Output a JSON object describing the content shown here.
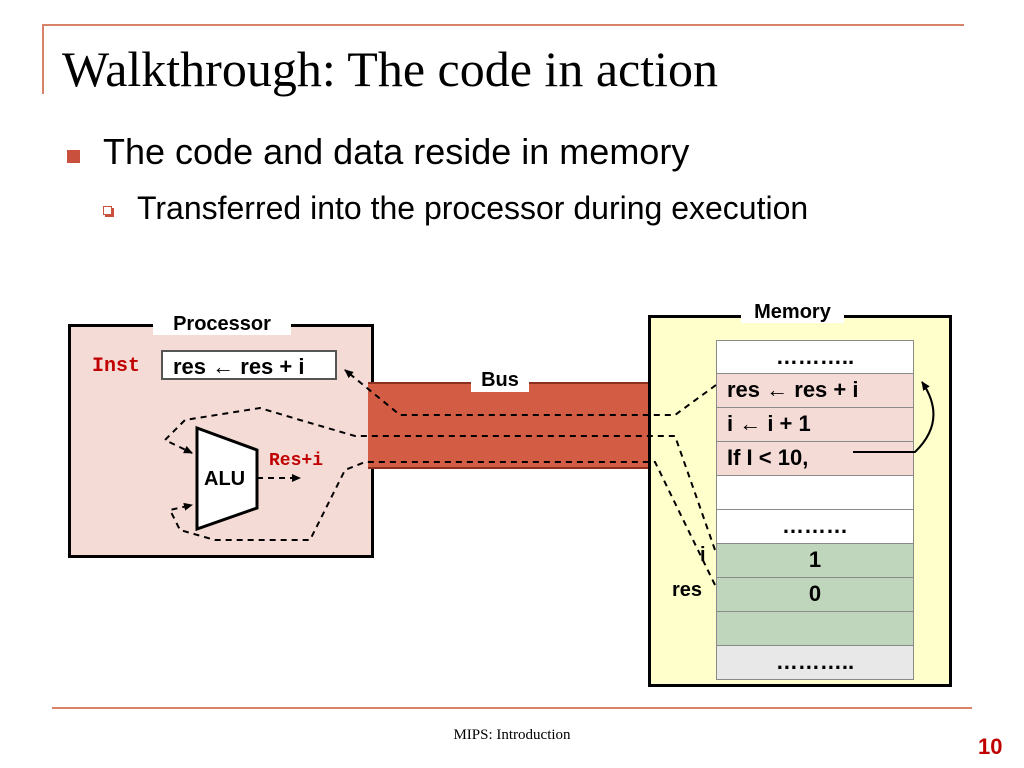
{
  "slide": {
    "title": "Walkthrough: The code in action",
    "bullets": [
      {
        "text": "The code and data reside in memory"
      },
      {
        "text": "Transferred into the processor during execution"
      }
    ],
    "footer": "MIPS: Introduction",
    "page_number": "10"
  },
  "diagram": {
    "processor": {
      "label": "Processor",
      "inst_label": "Inst",
      "inst_value": "res ← res + i",
      "alu_label": "ALU",
      "result_label": "Res+i"
    },
    "bus": {
      "label": "Bus"
    },
    "memory": {
      "label": "Memory",
      "cells": [
        {
          "text": "………..",
          "fill": "white",
          "align": "center"
        },
        {
          "text": "res ← res + i",
          "fill": "pink",
          "align": "left"
        },
        {
          "text": "i      ← i + 1",
          "fill": "pink",
          "align": "left"
        },
        {
          "text": "If I < 10,",
          "fill": "pink",
          "align": "left"
        },
        {
          "text": "",
          "fill": "white",
          "align": "center"
        },
        {
          "text": "………",
          "fill": "white",
          "align": "center"
        },
        {
          "text": "1",
          "fill": "green",
          "align": "center"
        },
        {
          "text": "0",
          "fill": "green",
          "align": "center"
        },
        {
          "text": "",
          "fill": "green",
          "align": "center"
        },
        {
          "text": "………..",
          "fill": "gray",
          "align": "center"
        }
      ],
      "side_labels": {
        "i": "i",
        "res": "res"
      }
    }
  },
  "colors": {
    "accent_line": "#d9826a",
    "bullet": "#c8503c",
    "processor_fill": "#f5dbd6",
    "bus_fill": "#d25c44",
    "memory_fill": "#ffffcc",
    "data_cell_fill": "#c0d6bc",
    "code_red": "#c00000"
  }
}
